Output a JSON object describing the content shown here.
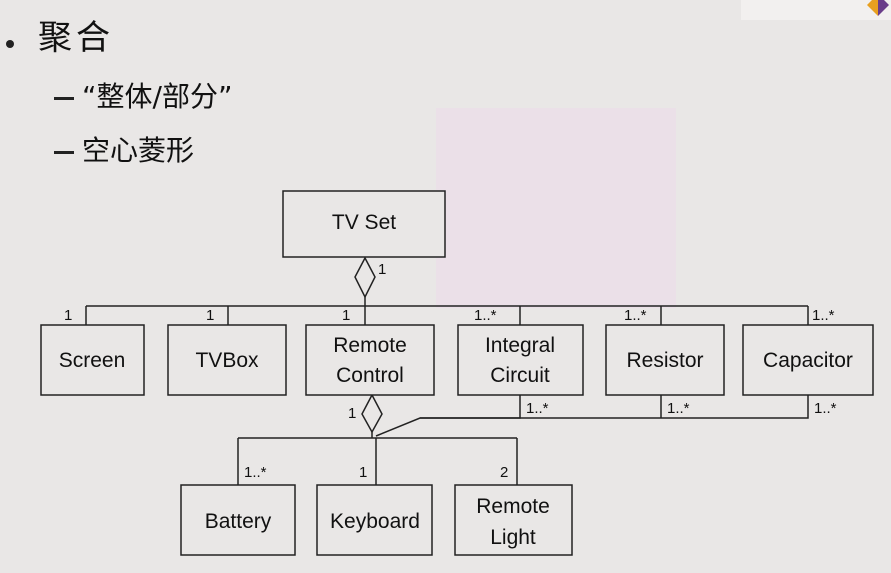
{
  "slide": {
    "title": "聚合",
    "subpoints": [
      "“整体/部分”",
      "空心菱形"
    ]
  },
  "diagram": {
    "whole": "TV Set",
    "whole_multiplicity": "1",
    "parts": [
      {
        "name": "Screen",
        "multiplicity": "1"
      },
      {
        "name": "TVBox",
        "multiplicity": "1"
      },
      {
        "name": "Remote Control",
        "lines": [
          "Remote",
          "Control"
        ],
        "multiplicity": "1"
      },
      {
        "name": "Integral Circuit",
        "lines": [
          "Integral",
          "Circuit"
        ],
        "multiplicity": "1..*"
      },
      {
        "name": "Resistor",
        "multiplicity": "1..*"
      },
      {
        "name": "Capacitor",
        "multiplicity": "1..*"
      }
    ],
    "remote_aggregation": {
      "whole_multiplicity": "1",
      "shared_part_multiplicities": [
        "1..*",
        "1..*",
        "1..*"
      ],
      "parts": [
        {
          "name": "Battery",
          "multiplicity": "1..*"
        },
        {
          "name": "Keyboard",
          "multiplicity": "1"
        },
        {
          "name": "Remote Light",
          "lines": [
            "Remote",
            "Light"
          ],
          "multiplicity": "2"
        }
      ]
    }
  }
}
